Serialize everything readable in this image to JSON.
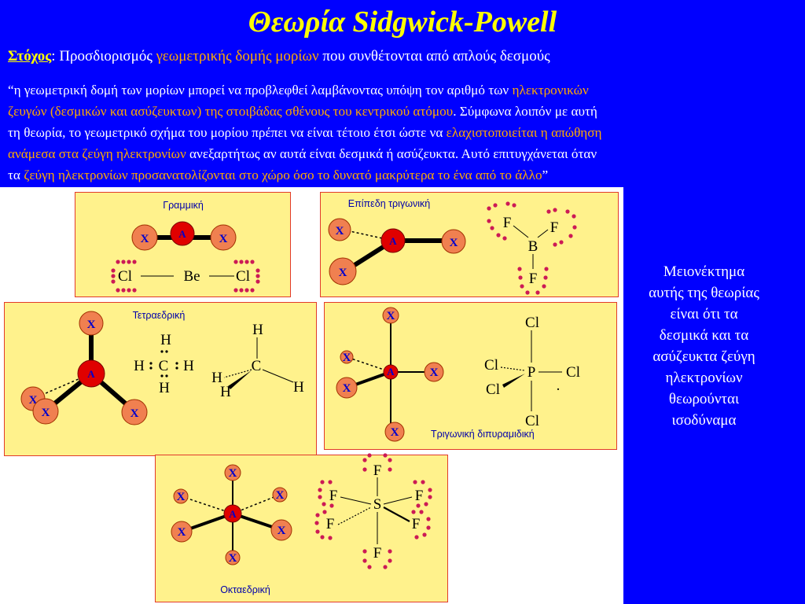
{
  "title": "Θεωρία Sidgwick-Powell",
  "goal": {
    "label": "Στόχος",
    "colon": ": ",
    "text1": "Προσδιορισμός ",
    "highlight": "γεωμετρικής δομής μορίων",
    "text2": " που συνθέτονται από απλούς δεσμούς"
  },
  "quote": {
    "l1a": "“η γεωμετρική δομή των μορίων μπορεί να προβλεφθεί λαμβάνοντας υπόψη τον αριθμό των ",
    "l1b": "ηλεκτρονικών",
    "l2a": "ζευγών (δεσμικών και ασύζευκτων) της στοιβάδας σθένους του κεντρικού ατόμου",
    "l2b": ". Σύμφωνα λοιπόν με αυτή",
    "l3a": "τη θεωρία, το γεωμετρικό σχήμα του μορίου πρέπει να είναι τέτοιο έτσι ώστε να ",
    "l3b": "ελαχιστοποιείται η απώθηση",
    "l4a": "ανάμεσα στα ζεύγη ηλεκτρονίων",
    "l4b": " ανεξαρτήτως αν αυτά είναι δεσμικά ή ασύζευκτα. Αυτό επιτυγχάνεται όταν",
    "l5a": "τα ",
    "l5b": "ζεύγη ηλεκτρονίων προσανατολίζονται στο χώρο όσο το δυνατό μακρύτερα το ένα από το άλλο",
    "l5c": "”"
  },
  "sidebar": {
    "lines": [
      "Μειονέκτημα",
      "αυτής της θεωρίας",
      "είναι ότι τα",
      "δεσμικά και τα",
      "ασύζευκτα ζεύγη",
      "ηλεκτρονίων",
      "θεωρούνται",
      "ισοδύναμα"
    ]
  },
  "atoms": {
    "central": "A",
    "ligand": "X"
  },
  "linear": {
    "label": "Γραμμική",
    "left": "Cl",
    "center": "Be",
    "right": "Cl"
  },
  "trigonal": {
    "label": "Επίπεδη τριγωνική",
    "center": "B",
    "f1": "F",
    "f2": "F",
    "f3": "F"
  },
  "tetra": {
    "label": "Τετραεδρική",
    "c": "C",
    "h": "H"
  },
  "tbp": {
    "label": "Τριγωνική διπυραμιδική",
    "center": "P",
    "cl": "Cl",
    "dot": "."
  },
  "octa": {
    "label": "Οκταεδρική",
    "center": "S",
    "f": "F"
  },
  "colors": {
    "background": "#0000ff",
    "title": "#ffff00",
    "highlight": "#ffaa00",
    "panel": "#fff28c",
    "atom_a": "#e00000",
    "atom_x": "#f08050",
    "lone_pair": "#cc1a55"
  }
}
